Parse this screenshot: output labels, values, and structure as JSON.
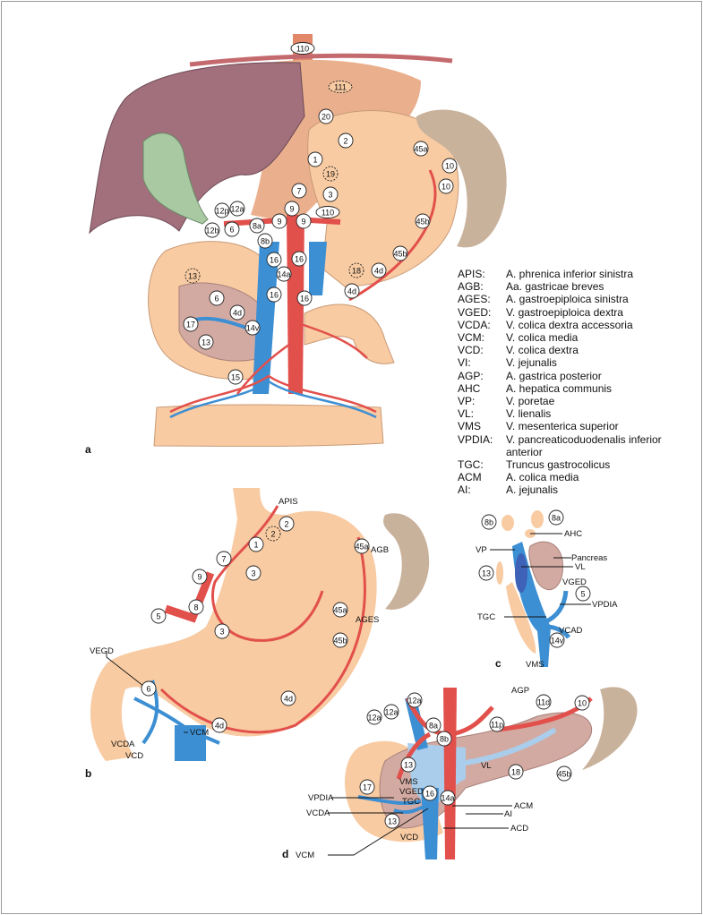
{
  "colors": {
    "artery": "#e2504c",
    "vein": "#3d8fd3",
    "stomach": "#f8cba2",
    "liver": "#a2707c",
    "spleen": "#c9b29c",
    "pancreas": "#d3aaa2",
    "gallbladder": "#a8c9a2",
    "muscle": "#e9a686",
    "portal_light": "#a9cdeb",
    "vein_dark": "#3d62b8"
  },
  "panel_letters": [
    "a",
    "b",
    "c",
    "d"
  ],
  "panel_a": {
    "stations": [
      "110",
      "111",
      "20",
      "2",
      "1",
      "19",
      "7",
      "3",
      "9",
      "110",
      "9",
      "9",
      "12p",
      "12a",
      "12b",
      "6",
      "8a",
      "8b",
      "16",
      "16",
      "14a",
      "16",
      "16",
      "13",
      "6",
      "4d",
      "17",
      "13",
      "14v",
      "15",
      "45a",
      "10",
      "10",
      "45b",
      "45b",
      "18",
      "4d",
      "4d"
    ]
  },
  "panel_b": {
    "stations": [
      "2",
      "2",
      "1",
      "7",
      "3",
      "9",
      "8",
      "5",
      "3",
      "45a",
      "45a",
      "45b",
      "4d",
      "6",
      "4d"
    ],
    "labels": [
      "APIS",
      "AGB",
      "AGES",
      "VEGD",
      "VCDA",
      "VCD",
      "VCM"
    ]
  },
  "panel_c": {
    "stations": [
      "8b",
      "8a",
      "13",
      "5",
      "14v"
    ],
    "labels": [
      "AHC",
      "VP",
      "Pancreas",
      "VL",
      "VGED",
      "VPDIA",
      "TGC",
      "VCAD",
      "VMS"
    ]
  },
  "panel_d": {
    "stations": [
      "12a",
      "12a",
      "12a",
      "11d",
      "10",
      "11p",
      "8a",
      "8b",
      "13",
      "18",
      "45b",
      "17",
      "16",
      "14a",
      "13"
    ],
    "labels": [
      "AGP",
      "VL",
      "VMS",
      "VGED",
      "TGC",
      "VPDIA",
      "VCDA",
      "ACM",
      "AI",
      "ACD",
      "VCD",
      "VCM"
    ]
  },
  "legend": [
    {
      "abbr": "APIS:",
      "def": "A. phrenica inferior sinistra"
    },
    {
      "abbr": "AGB:",
      "def": "Aa. gastricae breves"
    },
    {
      "abbr": "AGES:",
      "def": "A. gastroepiploica sinistra"
    },
    {
      "abbr": "VGED:",
      "def": "V. gastroepiploica dextra"
    },
    {
      "abbr": "VCDA:",
      "def": "V. colica dextra accessoria"
    },
    {
      "abbr": "VCM:",
      "def": "V. colica media"
    },
    {
      "abbr": "VCD:",
      "def": "V. colica dextra"
    },
    {
      "abbr": "VI:",
      "def": "V. jejunalis"
    },
    {
      "abbr": "AGP:",
      "def": "A. gastrica posterior"
    },
    {
      "abbr": "AHC",
      "def": "A. hepatica communis"
    },
    {
      "abbr": "VP:",
      "def": "V. poretae"
    },
    {
      "abbr": "VL:",
      "def": "V. lienalis"
    },
    {
      "abbr": "VMS",
      "def": "V. mesenterica superior"
    },
    {
      "abbr": "VPDIA:",
      "def": "V. pancreaticoduodenalis inferior anterior"
    },
    {
      "abbr": "TGC:",
      "def": "Truncus gastrocolicus"
    },
    {
      "abbr": "ACM",
      "def": "A. colica media"
    },
    {
      "abbr": "AI:",
      "def": "A. jejunalis"
    }
  ]
}
